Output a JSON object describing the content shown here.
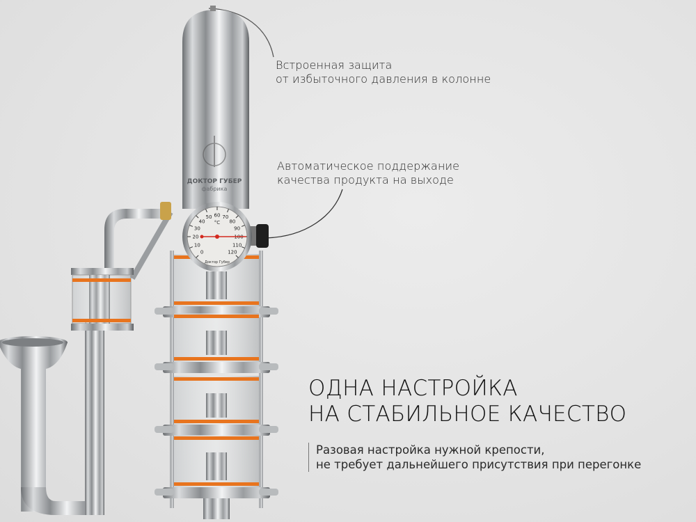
{
  "callouts": [
    {
      "lines": [
        "Встроенная защита",
        "от избыточного давления в колонне"
      ]
    },
    {
      "lines": [
        "Автоматическое поддержание",
        "качества продукта на выходе"
      ]
    }
  ],
  "headline": {
    "lines": [
      "ОДНА НАСТРОЙКА",
      "НА СТАБИЛЬНОЕ КАЧЕСТВО"
    ]
  },
  "subtext": {
    "lines": [
      "Разовая настройка нужной крепости,",
      "не требует дальнейшего присутствия при перегонке"
    ]
  },
  "product": {
    "logo_text": "ДОКТОР ГУБЕР",
    "logo_subtext": "фабрика",
    "gauge": {
      "unit": "°C",
      "ticks": [
        "0",
        "10",
        "20",
        "30",
        "40",
        "50",
        "60",
        "70",
        "80",
        "90",
        "100",
        "110",
        "120"
      ],
      "reading": 100,
      "brand": "Доктор Губер"
    }
  },
  "colors": {
    "background": "#e4e4e4",
    "steel": "#b9bcbf",
    "orange_seal": "#e8741e",
    "needle": "#d32a1f",
    "text": "#2a2a2a"
  }
}
